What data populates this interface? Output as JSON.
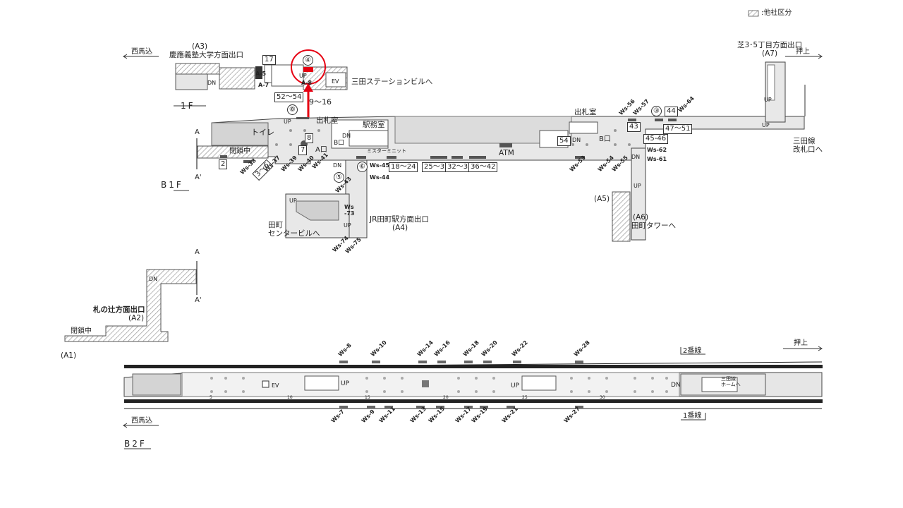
{
  "legend": {
    "other_company": ":他社区分"
  },
  "floors": {
    "f1": "1F",
    "b1": "B1F",
    "b2": "B2F"
  },
  "directions": {
    "nishi_umagome_b1": "西馬込",
    "nishi_umagome_b2": "西馬込",
    "oshiage_b1": "押上",
    "oshiage_b2": "押上",
    "track2": "2番線",
    "track1": "1番線"
  },
  "exits": {
    "a3": {
      "code": "(A3)",
      "name": "慶應義塾大学方面出口"
    },
    "a7": {
      "code": "(A7)",
      "name": "芝3･5丁目方面出口"
    },
    "a4": {
      "code": "(A4)",
      "name": "JR田町駅方面出口"
    },
    "a5": {
      "code": "(A5)"
    },
    "a6": {
      "code": "(A6)",
      "name": "田町タワーへ"
    },
    "a2": {
      "code": "(A2)",
      "name": "札の辻方面出口"
    },
    "a1": {
      "code": "(A1)"
    }
  },
  "places": {
    "mita_station_bldg": "三田ステーションビルへ",
    "ticket_gate_1": "出札室",
    "ticket_gate_2": "出札室",
    "station_office": "駅務室",
    "toilet": "トイレ",
    "closed_b1": "閉鎖中",
    "closed_a2": "閉鎖中",
    "mister_minit": "ミスターミニット",
    "atm": "ATM",
    "mita_line_gate": "三田線\n改札口へ",
    "tamachi_center": "田町\nセンタービルへ",
    "mita_line_home": "三田線\nホームへ",
    "b_gate_1": "B口",
    "b_gate_2": "B口",
    "a_gate": "A口",
    "section_a": "A",
    "section_a_prime": "A'"
  },
  "circled": {
    "c4": "④",
    "c8": "⑧",
    "c3": "③",
    "c5": "⑤",
    "c6": "⑥"
  },
  "gate_numbers": {
    "n17": "17",
    "n52_54": "52～54",
    "n9_16": "9～16",
    "n44": "44",
    "n47_51": "47～51",
    "n43": "43",
    "n45_46": "45-46",
    "n8": "8",
    "n7": "7",
    "n2": "2",
    "n54": "54",
    "n3_6": "3～6",
    "n18_24": "18～24",
    "n25_31": "25～31",
    "n32_35": "32～35",
    "n36_42": "36～42"
  },
  "exit_codes": {
    "a5": "A-5",
    "a7": "A-7",
    "a8": "A-8",
    "ws73": "Ws\n-73"
  },
  "marks": {
    "up": "UP",
    "dn": "DN",
    "ev": "EV"
  },
  "ws_b1": [
    "Ws-38",
    "Ws-37",
    "Ws-39",
    "Ws-40",
    "Ws-41",
    "Ws-45",
    "Ws-44",
    "Ws-43",
    "Ws-53",
    "Ws-54",
    "Ws-55",
    "Ws-56",
    "Ws-57",
    "Ws-64",
    "Ws-62",
    "Ws-61",
    "Ws-74",
    "Ws-75"
  ],
  "ws_b2_top": [
    "Ws-8",
    "Ws-10",
    "Ws-14",
    "Ws-16",
    "Ws-18",
    "Ws-20",
    "Ws-22",
    "Ws-28"
  ],
  "ws_b2_bottom": [
    "Ws-7",
    "Ws-9",
    "Ws-11",
    "Ws-13",
    "Ws-15",
    "Ws-17",
    "Ws-19",
    "Ws-21",
    "Ws-27"
  ],
  "car_numbers": [
    "5",
    "10",
    "15",
    "20",
    "25",
    "30"
  ],
  "colors": {
    "highlight": "#e60012",
    "hatch": "#999999",
    "floor": "#e6e6e6"
  }
}
